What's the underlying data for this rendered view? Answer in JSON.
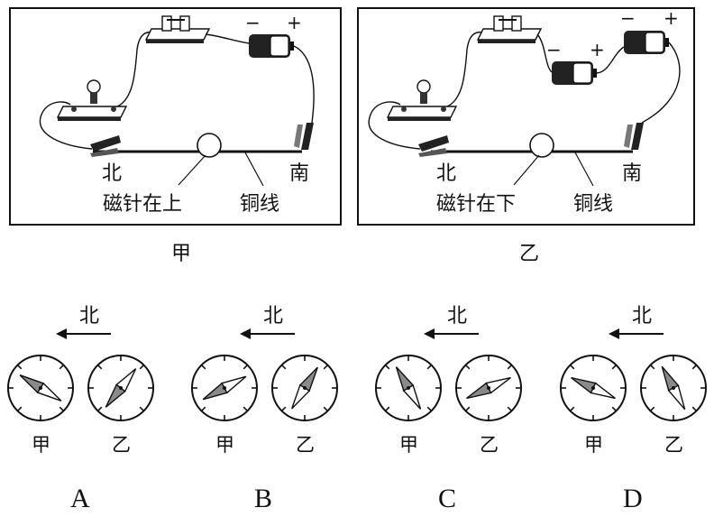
{
  "panels": [
    {
      "north_label": "北",
      "south_label": "南",
      "needle_label": "磁针在上",
      "wire_label": "铜线",
      "caption": "甲",
      "battery_minus": "−",
      "battery_plus": "+"
    },
    {
      "north_label": "北",
      "south_label": "南",
      "needle_label": "磁针在下",
      "wire_label": "铜线",
      "caption": "乙",
      "battery1_minus": "−",
      "battery1_plus": "+",
      "battery2_minus": "−",
      "battery2_plus": "+"
    }
  ],
  "options": [
    {
      "letter": "A",
      "north": "北",
      "left": "甲",
      "right": "乙"
    },
    {
      "letter": "B",
      "north": "北",
      "left": "甲",
      "right": "乙"
    },
    {
      "letter": "C",
      "north": "北",
      "left": "甲",
      "right": "乙"
    },
    {
      "letter": "D",
      "north": "北",
      "left": "甲",
      "right": "乙"
    }
  ],
  "colors": {
    "ink": "#111111",
    "needle_dark": "#8a8a8a",
    "needle_light": "#ffffff"
  },
  "icons": [
    "battery-icon",
    "bulb-icon",
    "switch-icon",
    "clip-icon",
    "compass-icon",
    "arrow-left-icon"
  ]
}
